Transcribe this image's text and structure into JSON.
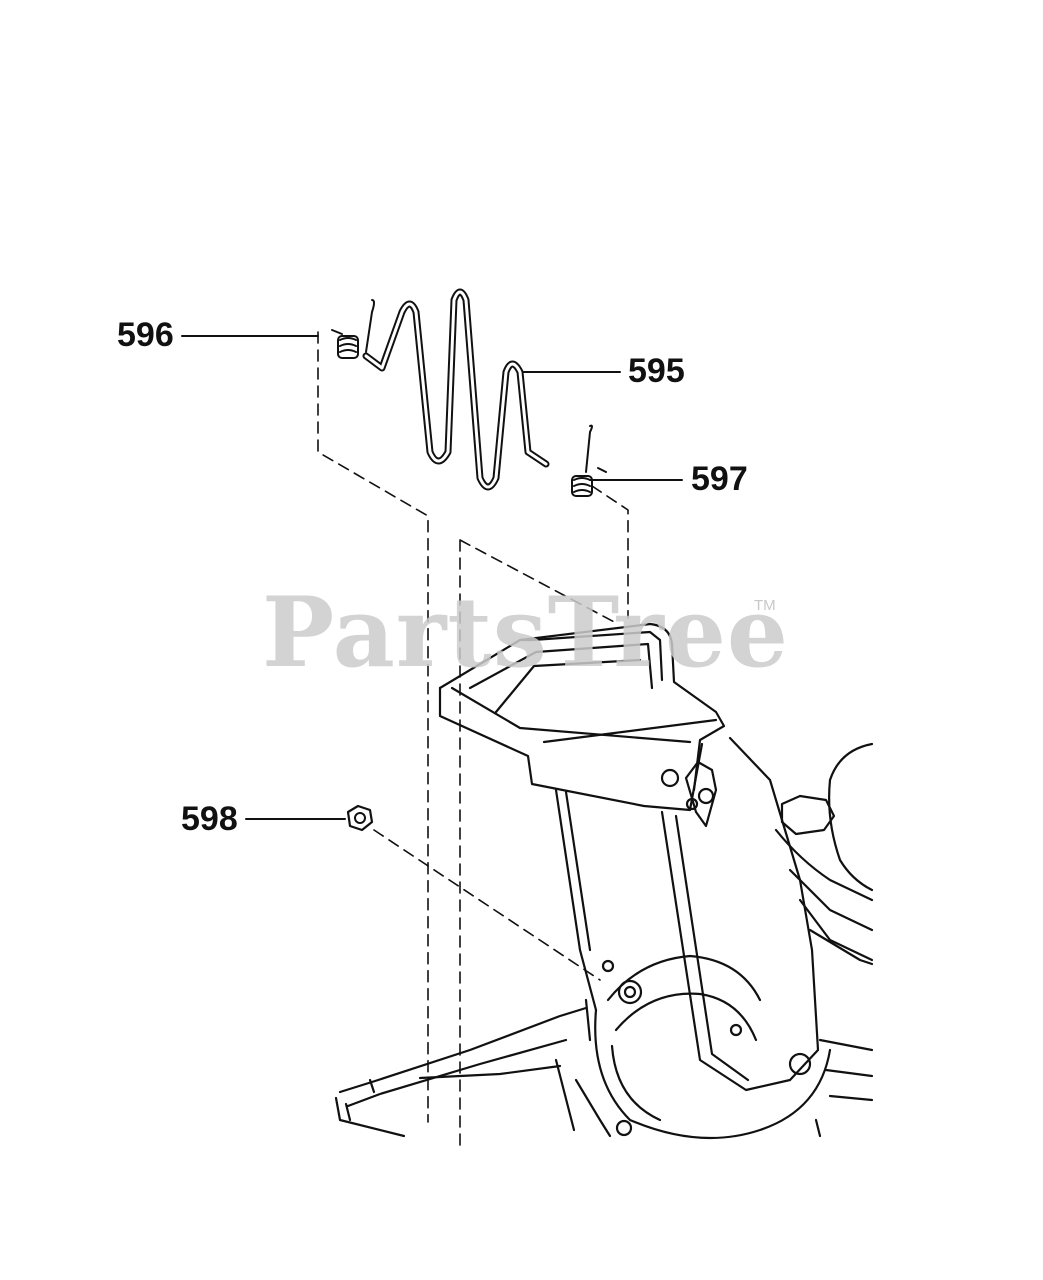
{
  "callouts": {
    "part_596": "596",
    "part_595": "595",
    "part_597": "597",
    "part_598": "598"
  },
  "watermark": {
    "text": "PartsTree",
    "trademark": "TM"
  },
  "colors": {
    "line": "#111111",
    "watermark": "#cccccc",
    "background": "#ffffff"
  }
}
